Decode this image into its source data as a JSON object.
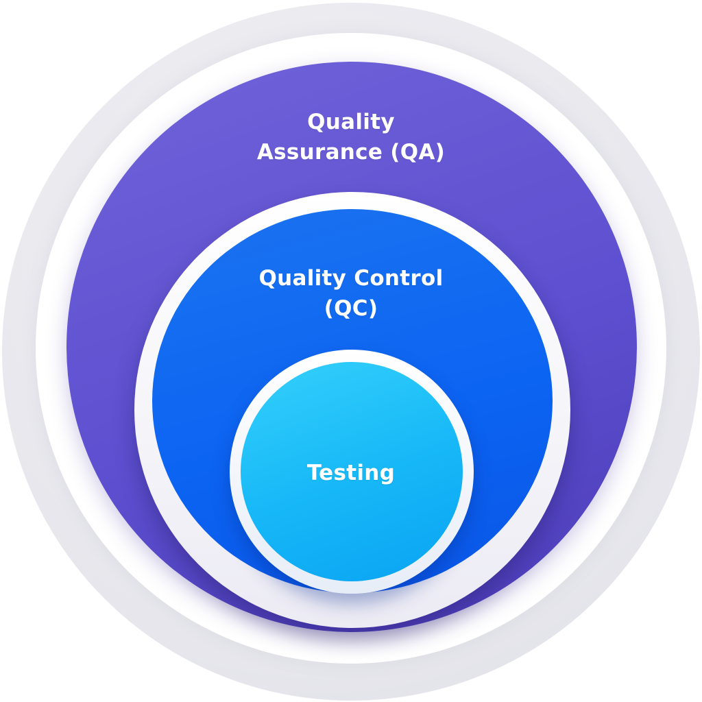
{
  "diagram": {
    "layers": [
      {
        "id": "qa",
        "lines": [
          "Quality",
          "Assurance (QA)"
        ],
        "color": "#5d4fcf"
      },
      {
        "id": "qc",
        "lines": [
          "Quality Control",
          "(QC)"
        ],
        "color": "#0c64f2"
      },
      {
        "id": "testing",
        "lines": [
          "Testing"
        ],
        "color": "#16b7f7"
      }
    ]
  }
}
